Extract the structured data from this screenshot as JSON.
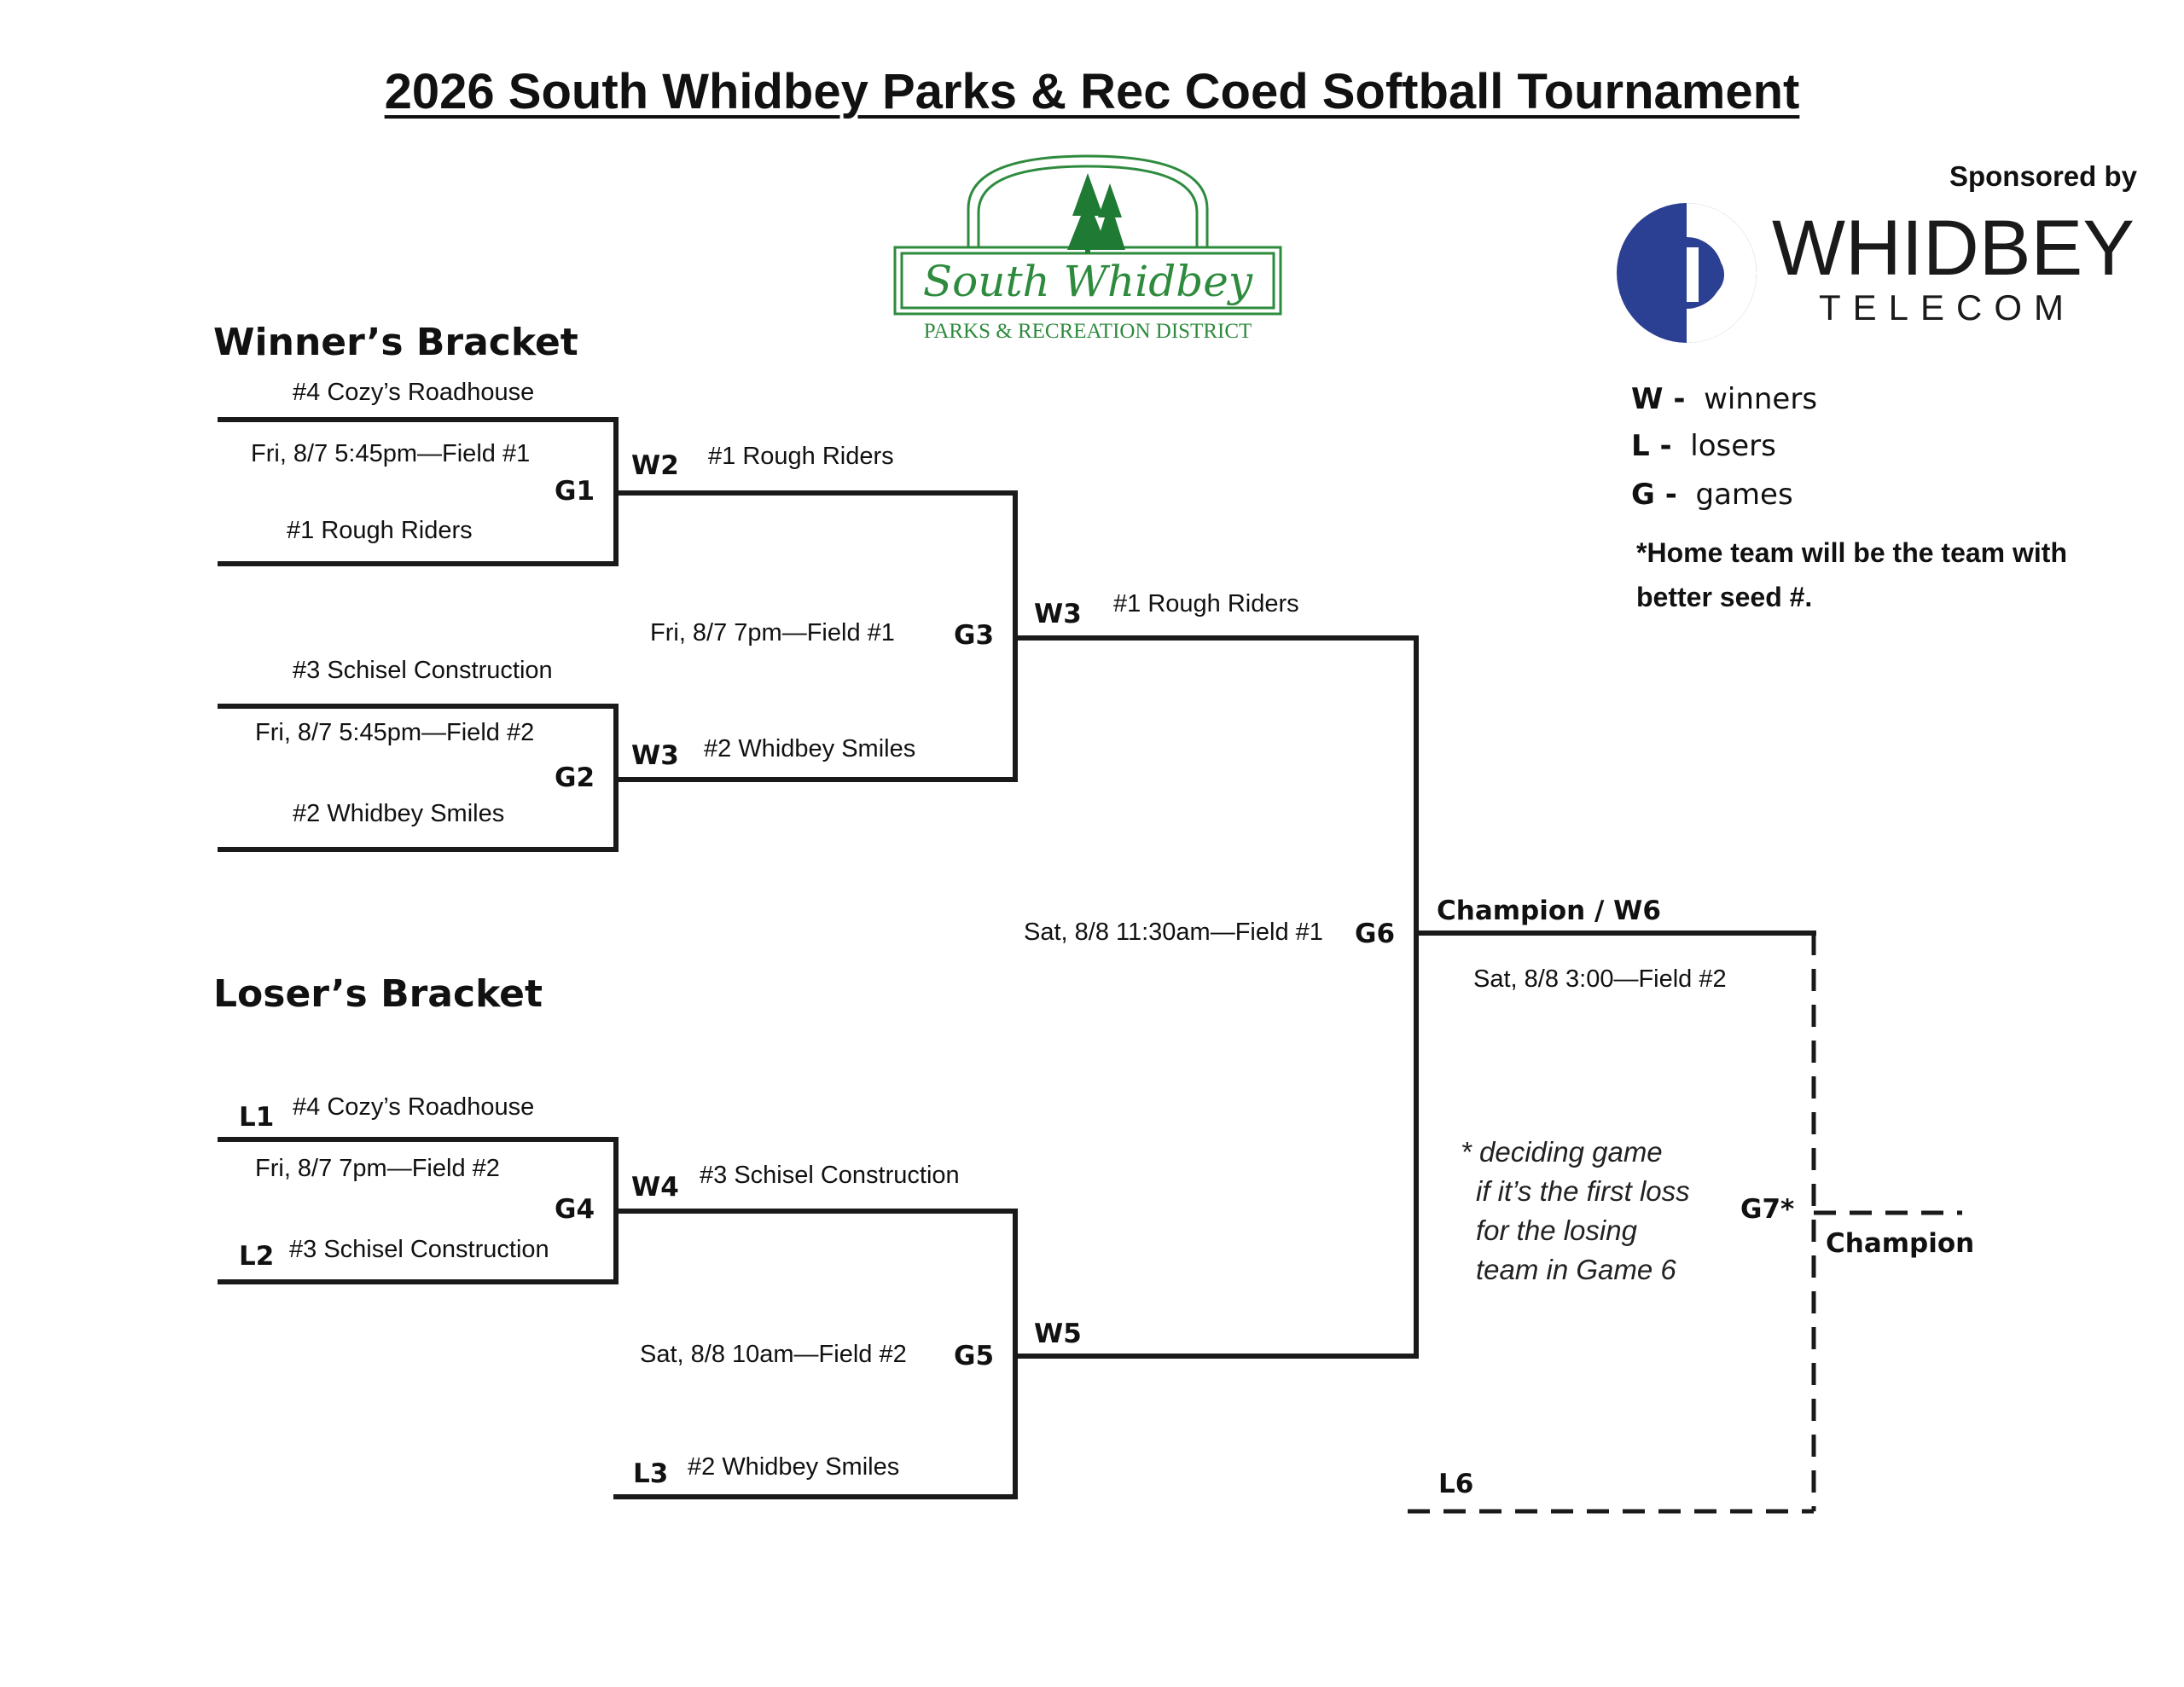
{
  "title": "2026 South Whidbey Parks & Rec Coed Softball Tournament",
  "sponsor": {
    "label": "Sponsored by",
    "name": "WHIDBEY",
    "sub": "TELECOM",
    "brand_color": "#2b3f93"
  },
  "parks_logo": {
    "line1": "South Whidbey",
    "line2": "PARKS & RECREATION DISTRICT",
    "color": "#2e8b3e"
  },
  "legend": [
    {
      "key": "W -",
      "text": "winners"
    },
    {
      "key": "L -",
      "text": "losers"
    },
    {
      "key": "G -",
      "text": "games"
    }
  ],
  "home_note": [
    "*Home team will be the team with",
    "better seed #."
  ],
  "winners_bracket": {
    "heading": "Winner’s Bracket",
    "g1": {
      "code": "G1",
      "top": "#4 Cozy’s Roadhouse",
      "bottom": "#1 Rough Riders",
      "sched": "Fri, 8/7 5:45pm—Field #1"
    },
    "g2": {
      "code": "G2",
      "top": "#3 Schisel Construction",
      "bottom": "#2 Whidbey Smiles",
      "sched": "Fri, 8/7 5:45pm—Field #2"
    },
    "w2": {
      "code": "W2",
      "team": "#1 Rough Riders"
    },
    "w3a": {
      "code": "W3",
      "team": "#2 Whidbey Smiles"
    },
    "g3": {
      "code": "G3",
      "sched": "Fri, 8/7 7pm—Field #1"
    },
    "w3b": {
      "code": "W3",
      "team": "#1 Rough Riders"
    }
  },
  "losers_bracket": {
    "heading": "Loser’s Bracket",
    "l1": {
      "code": "L1",
      "team": "#4 Cozy’s Roadhouse"
    },
    "l2": {
      "code": "L2",
      "team": "#3 Schisel Construction"
    },
    "g4": {
      "code": "G4",
      "sched": "Fri, 8/7 7pm—Field #2"
    },
    "w4": {
      "code": "W4",
      "team": "#3 Schisel Construction"
    },
    "l3": {
      "code": "L3",
      "team": "#2 Whidbey Smiles"
    },
    "g5": {
      "code": "G5",
      "sched": "Sat, 8/8 10am—Field #2"
    },
    "w5": {
      "code": "W5"
    }
  },
  "final": {
    "g6": {
      "code": "G6",
      "sched": "Sat, 8/8 11:30am—Field #1"
    },
    "champion_w6": "Champion / W6",
    "g7_sched": "Sat, 8/8  3:00—Field #2",
    "g7": {
      "code": "G7*"
    },
    "champion": "Champion",
    "l6": "L6",
    "deciding_note": [
      "* deciding game",
      "if it’s the first loss",
      "for the losing",
      "team in Game 6"
    ]
  }
}
